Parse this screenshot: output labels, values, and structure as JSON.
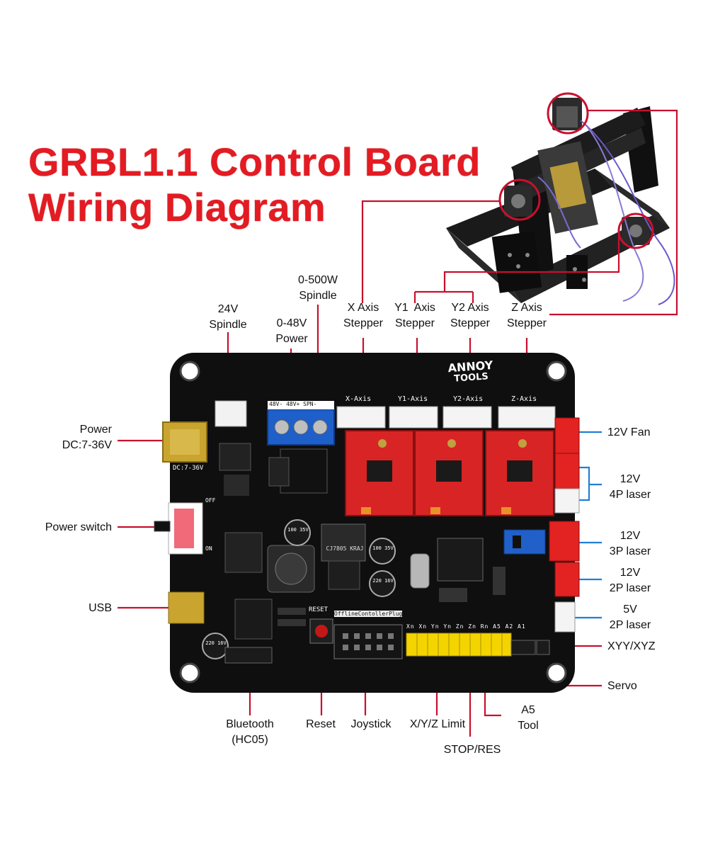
{
  "title": {
    "line1": "GRBL1.1 Control Board",
    "line2": "Wiring Diagram"
  },
  "labels": {
    "spindle24": "24V\nSpindle",
    "power048": "0-48V\nPower",
    "spindle500": "0-500W\nSpindle",
    "x_axis": "X Axis\nStepper",
    "y1_axis": "Y1  Axis\nStepper",
    "y2_axis": "Y2 Axis\nStepper",
    "z_axis": "Z Axis\nStepper",
    "power_dc": "Power\nDC:7-36V",
    "power_switch": "Power switch",
    "usb": "USB",
    "fan12": "12V Fan",
    "laser4p": "12V\n4P laser",
    "laser3p": "12V\n3P laser",
    "laser2p12": "12V\n2P laser",
    "laser2p5": "5V\n2P laser",
    "xyy": "XYY/XYZ",
    "servo": "Servo",
    "bluetooth": "Bluetooth\n(HC05)",
    "reset": "Reset",
    "joystick": "Joystick",
    "limit": "X/Y/Z Limit",
    "a5tool": "A5\nTool",
    "stopres": "STOP/RES"
  },
  "board": {
    "brand_top": "ANNOY",
    "brand_bottom": "TOOLS",
    "x_header": "X-Axis",
    "y1_header": "Y1-Axis",
    "y2_header": "Y2-Axis",
    "z_header": "Z-Axis",
    "terminal": "48V- 48V+ SPN-",
    "dc_label": "DC:7-36V",
    "offline": "OfflineContollerPlug",
    "reset_silk": "RESET",
    "pin_labels": "Xn Xn Yn Yn Zn Zn Rn A5 A2 A1",
    "regulator": "CJ7805 KRAJ",
    "cap1": "100 35V",
    "cap2": "100 35V",
    "cap3": "220 16V",
    "cap4": "220 16V",
    "off": "OFF",
    "on": "ON"
  },
  "colors": {
    "accent": "#e31b23",
    "leader": "#c8102e",
    "blue_leader": "#1f7fd6",
    "pcb": "#111111"
  }
}
